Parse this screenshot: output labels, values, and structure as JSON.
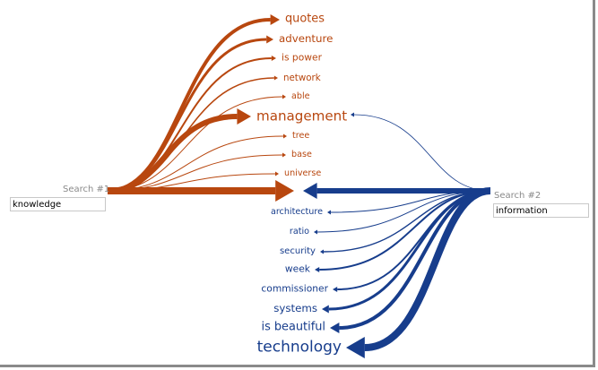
{
  "search1": {
    "label": "Search #1",
    "value": "knowledge",
    "color": "#b8470f"
  },
  "search2": {
    "label": "Search #2",
    "value": "information",
    "color": "#173d8c"
  },
  "search1_terms": [
    {
      "text": "quotes",
      "weight": 4
    },
    {
      "text": "adventure",
      "weight": 3
    },
    {
      "text": "is power",
      "weight": 2
    },
    {
      "text": "network",
      "weight": 1.6
    },
    {
      "text": "able",
      "weight": 1
    },
    {
      "text": "management",
      "weight": 6
    },
    {
      "text": "tree",
      "weight": 1
    },
    {
      "text": "base",
      "weight": 1
    },
    {
      "text": "universe",
      "weight": 1
    }
  ],
  "search2_terms": [
    {
      "text": "architecture",
      "weight": 1
    },
    {
      "text": "ratio",
      "weight": 1
    },
    {
      "text": "security",
      "weight": 1.4
    },
    {
      "text": "week",
      "weight": 2
    },
    {
      "text": "commissioner",
      "weight": 2
    },
    {
      "text": "systems",
      "weight": 3
    },
    {
      "text": "is beautiful",
      "weight": 4
    },
    {
      "text": "technology",
      "weight": 8
    }
  ],
  "shared": {
    "search1_weight": 8,
    "search2_weight": 6,
    "search2_to_management_weight": 0.8
  }
}
